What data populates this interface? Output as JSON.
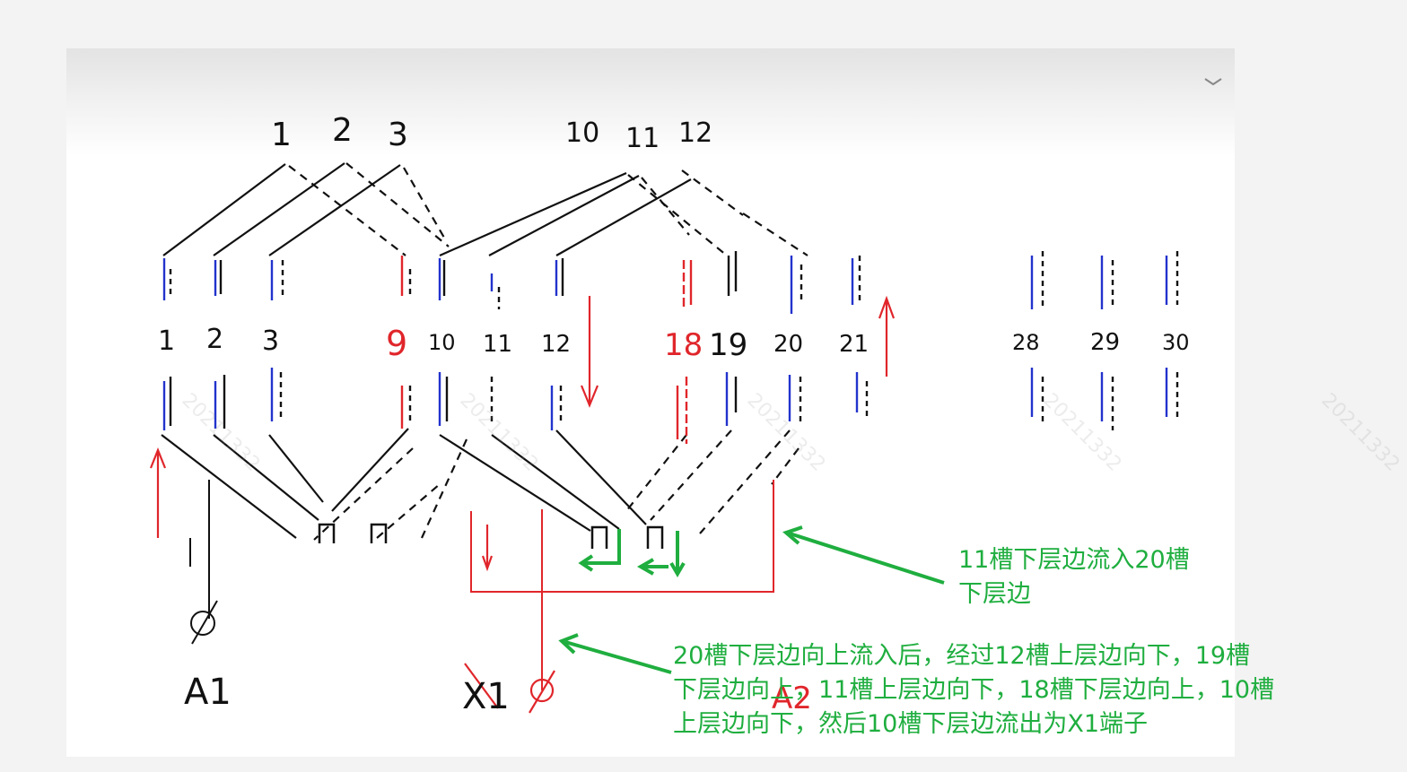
{
  "top_labels": [
    "1",
    "2",
    "3",
    "10",
    "11",
    "12"
  ],
  "slot_labels": [
    "1",
    "2",
    "3",
    "9",
    "10",
    "11",
    "12",
    "18",
    "19",
    "20",
    "21",
    "28",
    "29",
    "30"
  ],
  "terminal_labels": {
    "a1": "A1",
    "x1": "X1",
    "a2": "A2"
  },
  "watermark": "20211332",
  "annotation_1": "11槽下层边流入20槽\n下层边",
  "annotation_2": "20槽下层边向上流入后，经过12槽上层边向下，19槽\n下层边向上，11槽上层边向下，18槽下层边向上，10槽\n上层边向下，然后10槽下层边流出为X1端子",
  "colors": {
    "green": "#1fae3f",
    "red": "#e0262b",
    "blue": "#2233cc",
    "ink": "#111111"
  }
}
